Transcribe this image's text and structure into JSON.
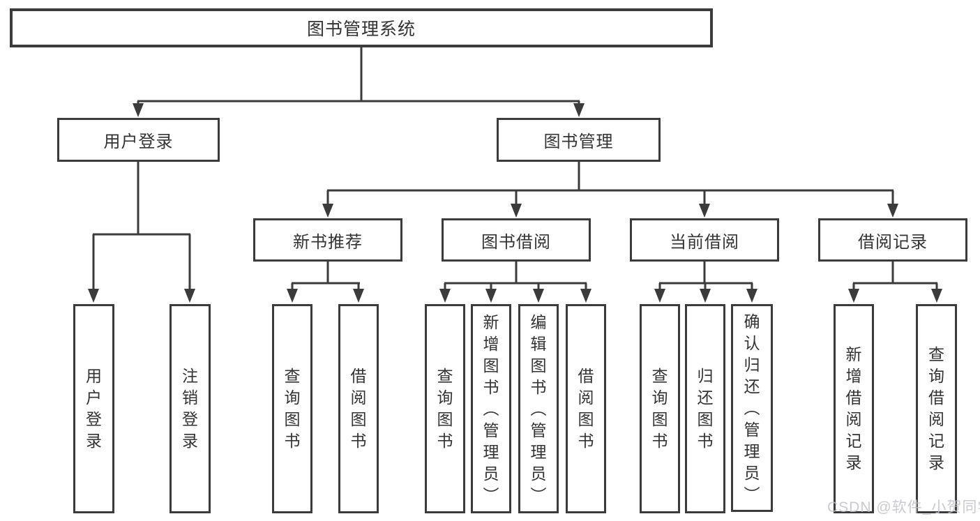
{
  "diagram": {
    "root": {
      "label": "图书管理系统"
    },
    "branches": [
      {
        "label": "用户登录",
        "children": [
          {
            "label": "用户登录"
          },
          {
            "label": "注销登录"
          }
        ]
      },
      {
        "label": "图书管理",
        "children": [
          {
            "label": "新书推荐",
            "children": [
              {
                "label": "查询图书"
              },
              {
                "label": "借阅图书"
              }
            ]
          },
          {
            "label": "图书借阅",
            "children": [
              {
                "label": "查询图书"
              },
              {
                "label": "新增图书（管理员）"
              },
              {
                "label": "编辑图书（管理员）"
              },
              {
                "label": "借阅图书"
              }
            ]
          },
          {
            "label": "当前借阅",
            "children": [
              {
                "label": "查询图书"
              },
              {
                "label": "归还图书"
              },
              {
                "label": "确认归还（管理员）"
              }
            ]
          },
          {
            "label": "借阅记录",
            "children": [
              {
                "label": "新增借阅记录"
              },
              {
                "label": "查询借阅记录"
              }
            ]
          }
        ]
      }
    ]
  },
  "watermark": {
    "text": "CSDN @软件_小贺同学"
  },
  "colors": {
    "line": "#3b3b3b",
    "text": "#333333",
    "watermark": "#c1c1c9",
    "background": "#ffffff"
  }
}
